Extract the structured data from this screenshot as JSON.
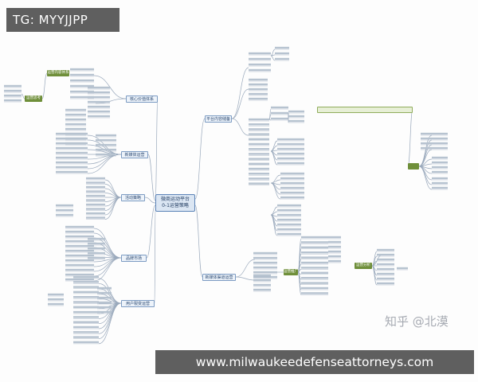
{
  "tag": "TG: MYYJJPP",
  "watermark": "知乎 @北漠",
  "url": "www.milwaukeedefenseattorneys.com",
  "center": {
    "line1": "微商运动平台",
    "line2": "0-1运营策略"
  },
  "branches": [
    "平台内容储备",
    "核心价值体系",
    "新媒体运营",
    "活动策略",
    "品牌市场",
    "用户裂变运营",
    "新媒体渠道运营"
  ],
  "green_labels": [
    "运营内容体系",
    "运营思考",
    "运营推广",
    "内容生产计划",
    "运营分析"
  ],
  "colors": {
    "line": "#9aa9bc",
    "hub": "#5b83b7",
    "green": "#6f8f3a",
    "leaf": "#b7c3d0"
  }
}
